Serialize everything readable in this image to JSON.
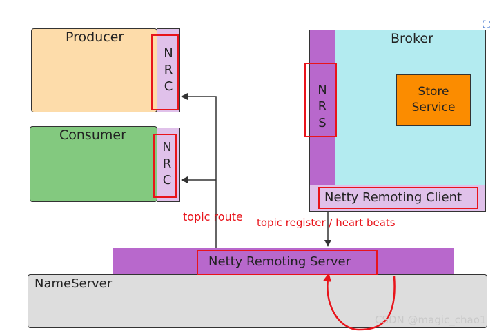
{
  "producer": {
    "title": "Producer",
    "nrc": "N\nR\nC"
  },
  "consumer": {
    "title": "Consumer",
    "nrc": "N\nR\nC"
  },
  "broker": {
    "title": "Broker",
    "nrs": "N\nR\nS",
    "store_service": "Store\nService",
    "client": "Netty Remoting Client"
  },
  "nameserver": {
    "title": "NameServer",
    "server": "Netty Remoting Server"
  },
  "labels": {
    "topic_route": "topic route",
    "topic_register": "topic register / heart beats"
  },
  "watermark": "CSDN @magic_chao1",
  "colors": {
    "producer": "#fddcaa",
    "consumer": "#83c97f",
    "nrc": "#e0c1ea",
    "broker": "#b3ebf0",
    "purple": "#b868cc",
    "store": "#fb8c00",
    "nameserver": "#dddddd",
    "highlight": "#e8141b"
  }
}
